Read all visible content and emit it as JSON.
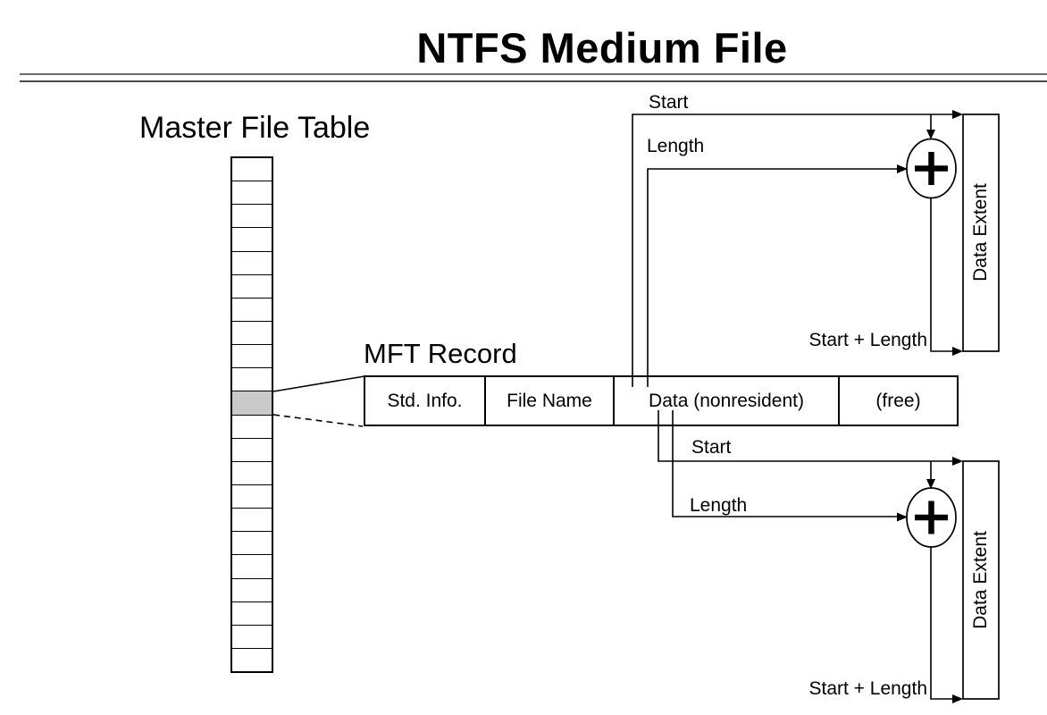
{
  "title": "NTFS Medium File",
  "master_file_table": {
    "label": "Master File Table",
    "row_count": 22,
    "highlighted_row_index": 10
  },
  "mft_record": {
    "label": "MFT Record",
    "cells": [
      "Std. Info.",
      "File Name",
      "Data (nonresident)",
      "(free)"
    ]
  },
  "extents": [
    {
      "start_label": "Start",
      "length_label": "Length",
      "sum_label": "Start + Length",
      "box_label": "Data Extent",
      "adder_symbol": "+"
    },
    {
      "start_label": "Start",
      "length_label": "Length",
      "sum_label": "Start + Length",
      "box_label": "Data Extent",
      "adder_symbol": "+"
    }
  ],
  "colors": {
    "line": "#000000",
    "highlight_fill": "#c9c9c9",
    "rule_top": "#6b6b6b",
    "rule_bottom": "#4c4c4c"
  }
}
